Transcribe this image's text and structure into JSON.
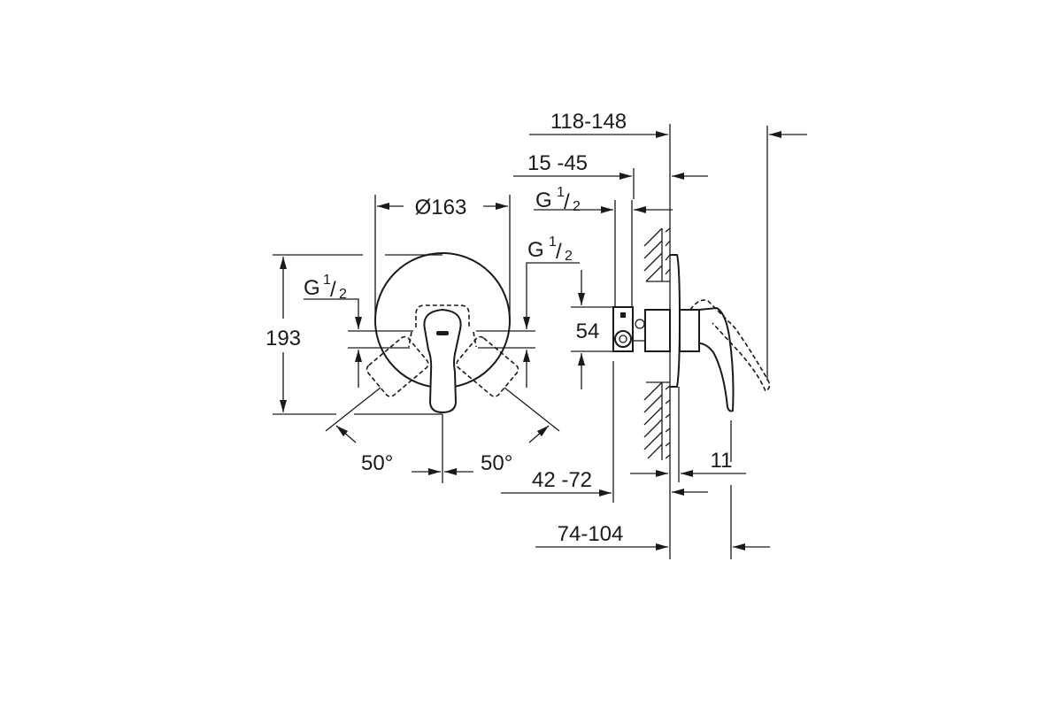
{
  "drawing": {
    "front_view": {
      "diameter": "Ø163",
      "height": "193",
      "thread_left": {
        "g": "G",
        "num": "1",
        "den": "2"
      },
      "thread_right": {
        "g": "G",
        "num": "1",
        "den": "2"
      },
      "angle_left": "50°",
      "angle_right": "50°"
    },
    "side_view": {
      "overall_depth": "118-148",
      "install_range": "15 -45",
      "thread_top": {
        "g": "G",
        "num": "1",
        "den": "2"
      },
      "connection_height": "54",
      "body_depth": "42 -72",
      "plate_thickness": "11",
      "handle_depth": "74-104"
    },
    "colors": {
      "line": "#1a1a1a",
      "background": "#ffffff"
    }
  }
}
